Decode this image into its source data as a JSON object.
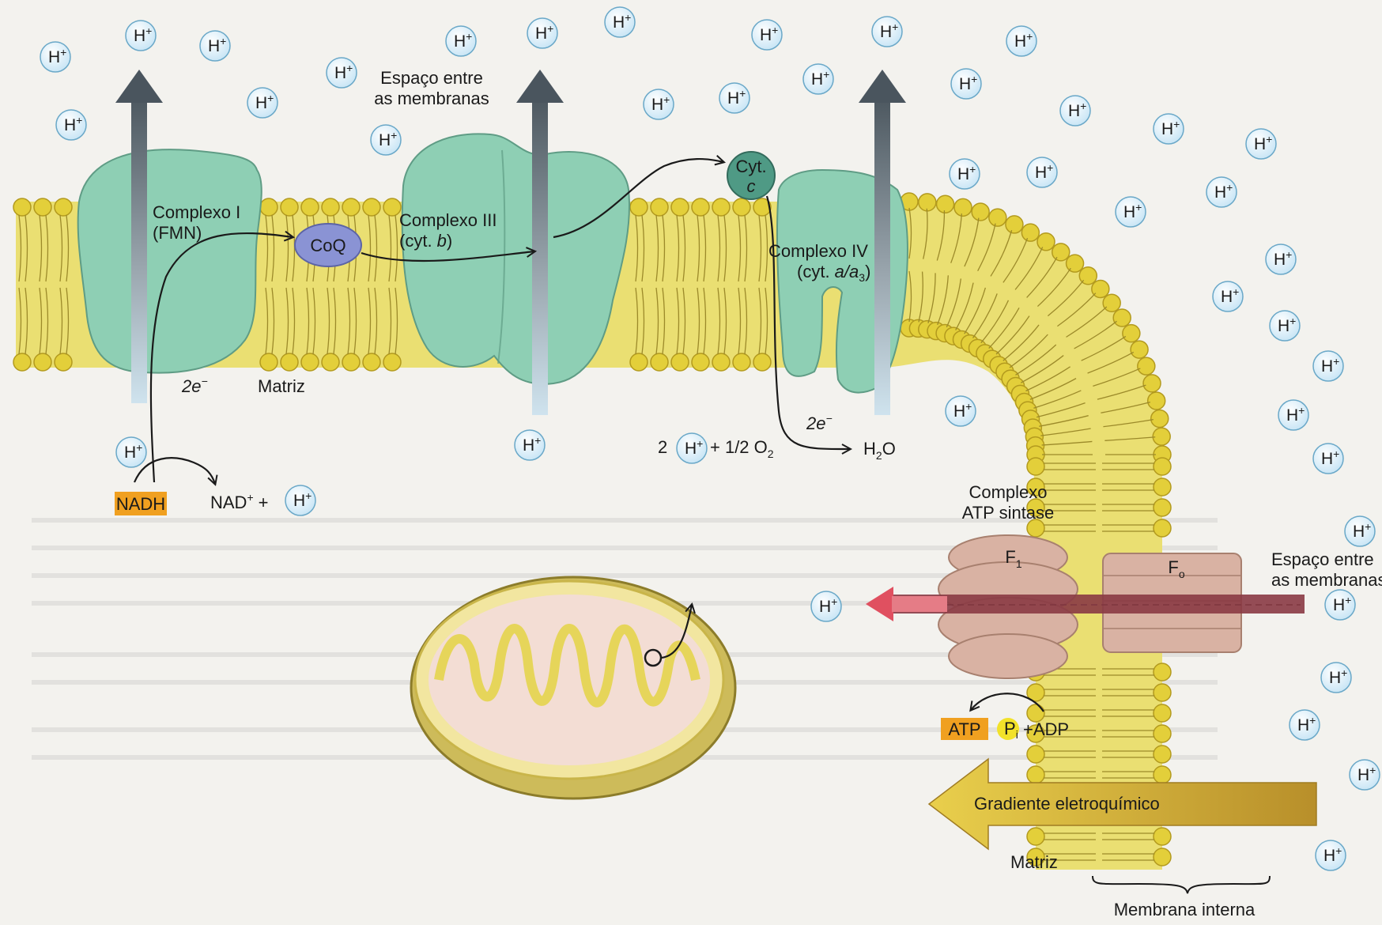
{
  "labels": {
    "intermembrane_top_1": "Espaço entre",
    "intermembrane_top_2": "as membranas",
    "complex1_1": "Complexo I",
    "complex1_2": "(FMN)",
    "coq": "CoQ",
    "complex3_1": "Complexo III",
    "complex3_2_pre": "(cyt. ",
    "complex3_2_it": "b",
    "complex3_2_post": ")",
    "cytc_1": "Cyt.",
    "cytc_2": "c",
    "complex4_1": "Complexo IV",
    "complex4_2_pre": "(cyt. ",
    "complex4_2_it": "a/a",
    "complex4_2_sub": "3",
    "complex4_2_post": ")",
    "electrons": "2e",
    "electrons_sup": "−",
    "matrix_left": "Matriz",
    "nadh": "NADH",
    "nad_plus": "NAD",
    "plus_sign": "+",
    "reaction_2": "2",
    "reaction_half_o2": "+ 1/2 O",
    "reaction_o2_sub": "2",
    "water": "H",
    "water_sub": "2",
    "water_o": "O",
    "atp_synthase_1": "Complexo",
    "atp_synthase_2": "ATP sintase",
    "f1": "F",
    "f1_sub": "1",
    "fo": "F",
    "fo_sub": "o",
    "intermembrane_right_1": "Espaço entre",
    "intermembrane_right_2": "as membranas",
    "atp": "ATP",
    "pi": "P",
    "pi_sub": "i",
    "adp": "+ADP",
    "gradient": "Gradiente eletroquímico",
    "matrix_right": "Matriz",
    "inner_membrane": "Membrana interna",
    "h_ion": "H",
    "h_ion_charge": "+"
  },
  "colors": {
    "membrane_yellow": "#e8de6a",
    "lipid_head": "#e3cf3a",
    "protein_teal": "#8ecfb4",
    "coq_blue": "#8a93d4",
    "cytc_teal": "#4f9a85",
    "atp_synthase_pink": "#d9b2a3",
    "nadh_orange": "#f0a020",
    "gradient_gold": "#d8b93a",
    "ion_blue": "#d8eef8"
  }
}
